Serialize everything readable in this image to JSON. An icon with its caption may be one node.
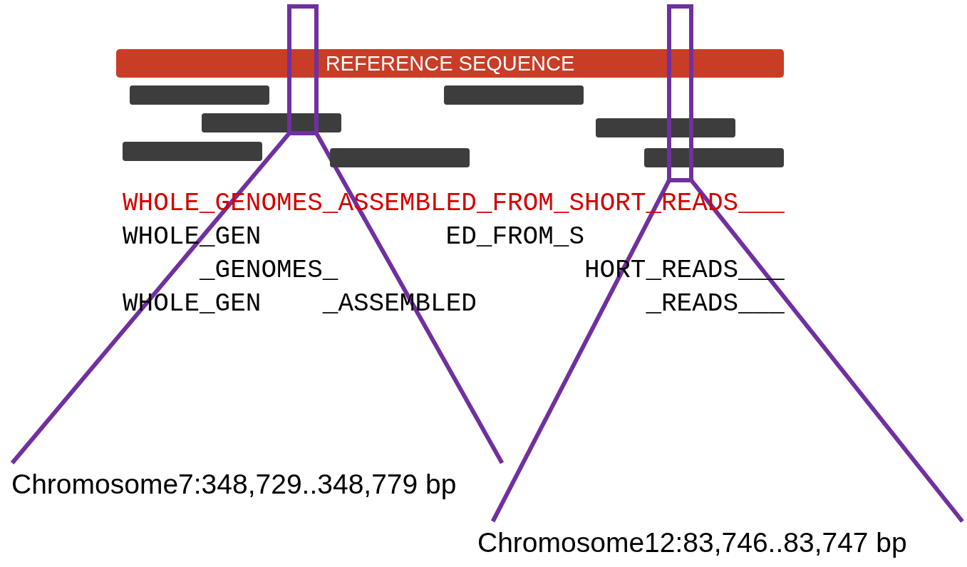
{
  "diagram": {
    "nodes": [
      {
        "text": [
          "REFERENCE SEQUENCE"
        ]
      },
      {
        "text": [],
        "shape": "bar"
      },
      {
        "text": [],
        "shape": "bar"
      },
      {
        "text": [],
        "shape": "bar"
      },
      {
        "text": [],
        "shape": "bar"
      },
      {
        "text": [],
        "shape": "bar"
      },
      {
        "text": [],
        "shape": "bar"
      },
      {
        "text": [],
        "shape": "bar"
      },
      {
        "text": [],
        "shape": "box"
      },
      {
        "text": [],
        "shape": "box"
      },
      {
        "text": [
          "Chromosome7:348,729..348,779 bp"
        ]
      },
      {
        "text": [
          "Chromosome12:83,746..83,747 bp"
        ]
      }
    ],
    "edges": [
      {
        "from": 8,
        "to": 10,
        "arrow": "none"
      },
      {
        "from": 8,
        "to": 10,
        "arrow": "none"
      },
      {
        "from": 9,
        "to": 11,
        "arrow": "none"
      },
      {
        "from": 9,
        "to": 11,
        "arrow": "none"
      }
    ],
    "labels": [
      "WHOLE_GENOMES_ASSEMBLED_FROM_SHORT_READS___",
      "WHOLE_GEN",
      "ED_FROM_S",
      "_GENOMES_",
      "HORT_READS___",
      "WHOLE_GEN",
      "_ASSEMBLED",
      "_READS___"
    ]
  }
}
